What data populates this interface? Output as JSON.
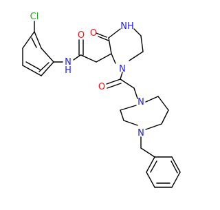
{
  "colors": {
    "background": "#ffffff",
    "bond": "#000000",
    "nitrogen": "#1a1aff",
    "oxygen": "#ff0d0d",
    "chlorine": "#1fb01f"
  },
  "atoms": {
    "cl": "Cl",
    "o_amide": "O",
    "o_ring": "O",
    "o_acyl": "O",
    "nh_amide": "NH",
    "nh_amide_n": "N",
    "nh_amide_h": "H",
    "nh_ring": "NH",
    "nh_ring_n": "N",
    "nh_ring_h": "H",
    "n_ring": "N",
    "n_pip_top": "N",
    "n_pip_bottom": "N"
  }
}
